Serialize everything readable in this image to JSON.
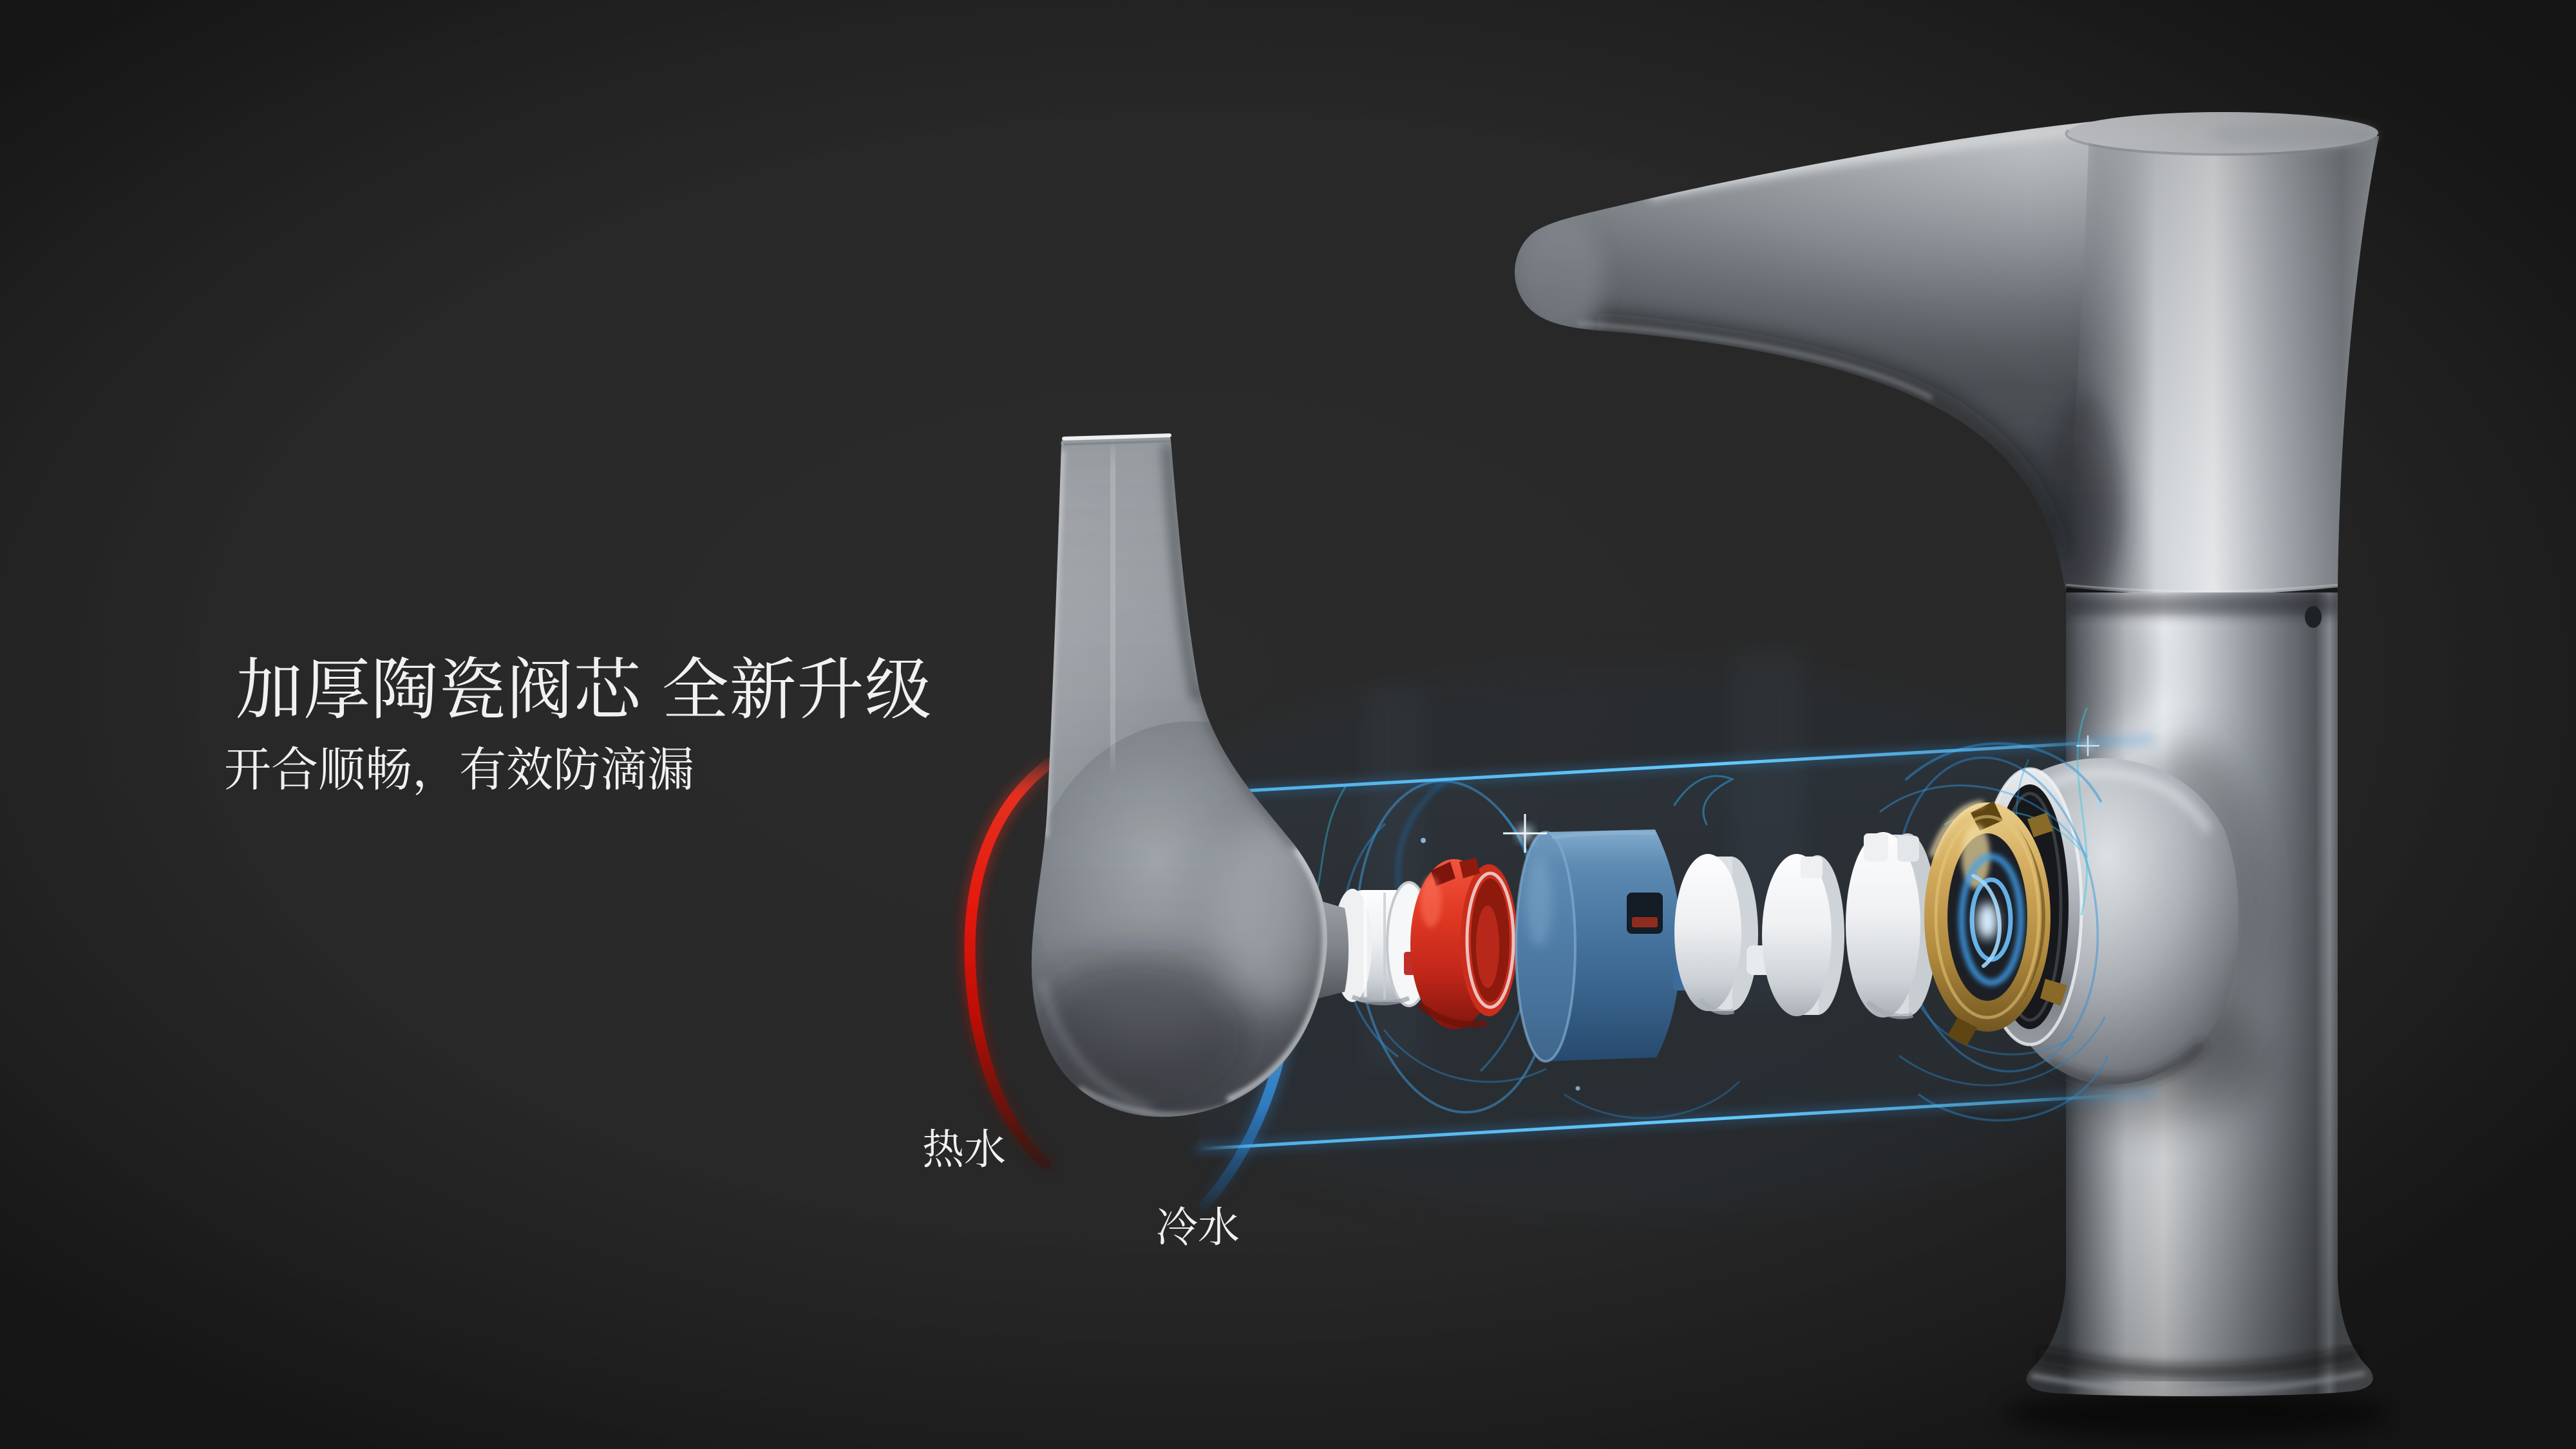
{
  "slide": {
    "background_color": "#282828",
    "headline": {
      "title": "加厚陶瓷阀芯 全新升级",
      "subtitle": "开合顺畅，有效防滴漏",
      "text_color": "#f1f1f1"
    },
    "annotations": {
      "hot_label": "热水",
      "cold_label": "冷水",
      "hot_arc_color": "#e3170c",
      "cold_arc_color": "#4da3e6"
    },
    "illustration": {
      "subject": "basin-faucet-exploded-ceramic-valve",
      "finish_color": "#c9cdd2",
      "glow_cylinder_color": "#55bdf6",
      "cartridge_body_color": "#46749f",
      "cartridge_ring_color": "#d22f1e",
      "energy_ring_color": "#3f9ee0",
      "ceramic_disc_color": "#f2f4f6",
      "brass_base_color": "#c79f4e"
    }
  }
}
